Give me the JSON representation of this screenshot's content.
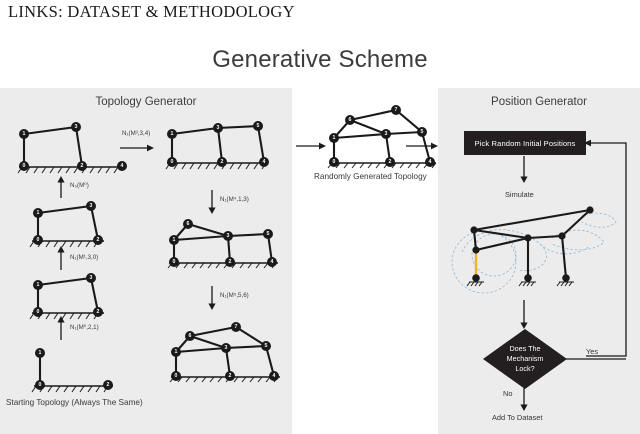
{
  "document": {
    "header_title": "LINKS: DATASET & METHODOLOGY",
    "figure_title": "Generative Scheme"
  },
  "topology_panel": {
    "title": "Topology Generator",
    "start_caption": "Starting Topology (Always The Same)",
    "steps": [
      {
        "id": "step-n0-m0",
        "label": "N₀(M⁰)",
        "direction": "up"
      },
      {
        "id": "step-n1-m1-3-0",
        "label": "N₁(M¹,3,0)",
        "direction": "up"
      },
      {
        "id": "step-n1-m0-2-1",
        "label": "N₁(M⁰,2,1)",
        "direction": "up"
      },
      {
        "id": "step-n1-m3-3-4",
        "label": "N₁(M³,3,4)",
        "direction": "right"
      },
      {
        "id": "step-n1-m4-1-3",
        "label": "N₁(M⁴,1,3)",
        "direction": "down"
      },
      {
        "id": "step-n1-m5-5-6",
        "label": "N₁(M⁵,5,6)",
        "direction": "down"
      }
    ],
    "graphs": [
      {
        "id": "graph-start",
        "node_labels": [
          "0",
          "1",
          "2"
        ]
      },
      {
        "id": "graph-g1",
        "node_labels": [
          "0",
          "1",
          "2",
          "3"
        ]
      },
      {
        "id": "graph-g2",
        "node_labels": [
          "0",
          "1",
          "2",
          "3"
        ]
      },
      {
        "id": "graph-g3",
        "node_labels": [
          "0",
          "1",
          "2",
          "3",
          "4"
        ]
      },
      {
        "id": "graph-g4",
        "node_labels": [
          "0",
          "1",
          "2",
          "3",
          "4",
          "5"
        ]
      },
      {
        "id": "graph-g5",
        "node_labels": [
          "0",
          "1",
          "2",
          "3",
          "4",
          "5",
          "6"
        ]
      },
      {
        "id": "graph-g6",
        "node_labels": [
          "0",
          "1",
          "2",
          "3",
          "4",
          "5",
          "6",
          "7"
        ]
      }
    ]
  },
  "middle": {
    "caption": "Randomly Generated Topology",
    "node_labels": [
      "0",
      "1",
      "2",
      "3",
      "4",
      "5",
      "6",
      "7"
    ]
  },
  "position_panel": {
    "title": "Position Generator",
    "pick_box": "Pick Random Initial Positions",
    "simulate_label": "Simulate",
    "decision": "Does The\nMechanism\nLock?",
    "decision_line1": "Does The",
    "decision_line2": "Mechanism",
    "decision_line3": "Lock?",
    "yes_label": "Yes",
    "no_label": "No",
    "output_label": "Add To Dataset"
  },
  "colors": {
    "panel_bg": "#ececec",
    "page_bg": "#ffffff",
    "ink": "#231f20",
    "trace": "#8fb8d8",
    "crank": "#f0b323"
  }
}
